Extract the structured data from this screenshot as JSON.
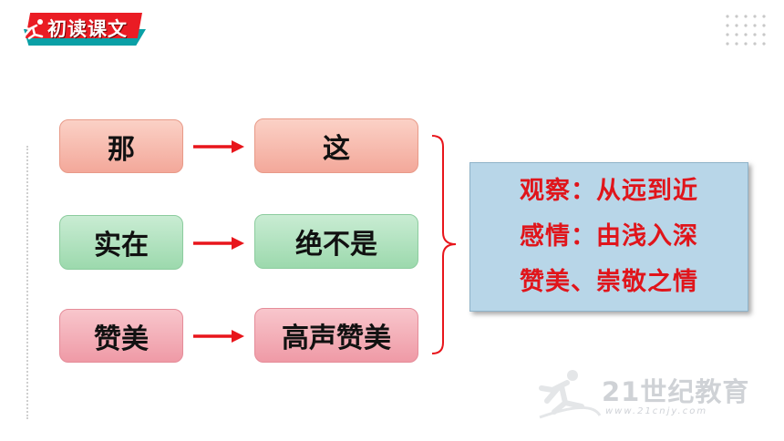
{
  "header": {
    "badge_label": "初读课文"
  },
  "rows": [
    {
      "left": "那",
      "right": "这"
    },
    {
      "left": "实在",
      "right": "绝不是"
    },
    {
      "left": "赞美",
      "right": "高声赞美"
    }
  ],
  "summary": {
    "lines": [
      "观察：从远到近",
      "感情：由浅入深",
      "赞美、崇敬之情"
    ]
  },
  "watermark": {
    "brand": "21世纪教育",
    "url": "www.21cnjy.com"
  },
  "colors": {
    "badge_red": "#ea1c24",
    "badge_teal": "#0aa0a6",
    "arrow_red": "#e8151b",
    "summary_text": "#e0151b",
    "summary_bg": "#b8d6e8"
  }
}
